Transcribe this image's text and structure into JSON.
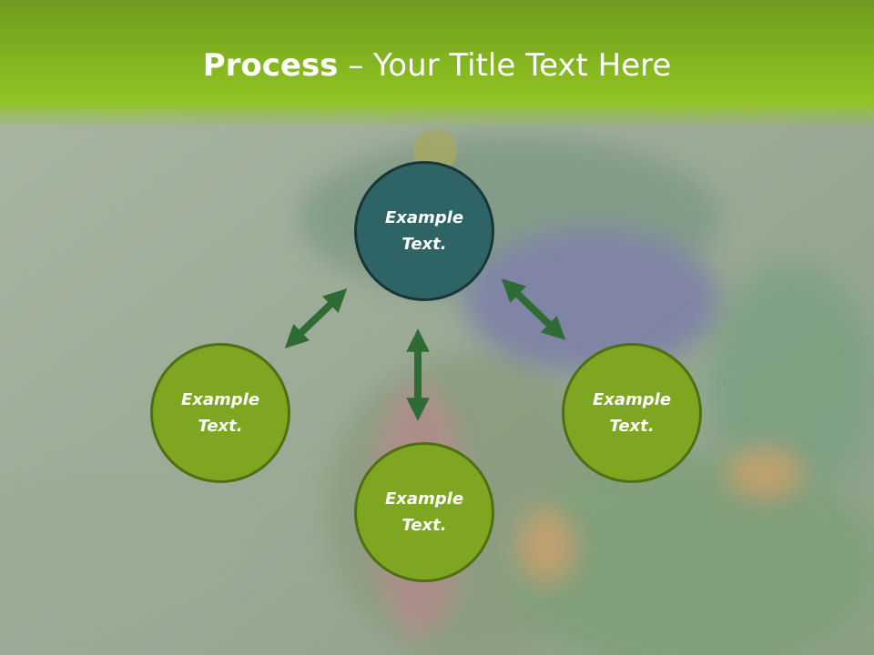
{
  "title": {
    "bold": "Process",
    "rest": " – Your Title Text Here"
  },
  "nodes": {
    "top": "Example\nText.",
    "left": "Example\nText.",
    "right": "Example\nText.",
    "bottom": "Example\nText."
  },
  "colors": {
    "title_bar": "#86b820",
    "node_green": "#7fa620",
    "node_teal": "#2f6466",
    "arrow": "#2e6b35"
  }
}
